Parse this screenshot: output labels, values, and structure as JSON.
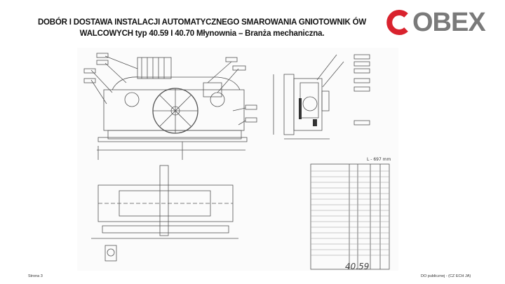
{
  "slide": {
    "title_line1": "DOBÓR I DOSTAWA INSTALACJI AUTOMATYCZNEGO SMAROWANIA GNIOTOWNIK ÓW",
    "title_line2": "WALCOWYCH typ 40.59 I 40.70 Młynownia – Branża mechaniczna.",
    "logo_text": "OBEX",
    "page_label": "Strona 3",
    "classification": "DO publicznej - (CZ ECH JA)"
  },
  "drawing": {
    "stamp_text": "40.59",
    "scale_label": "L - 697 mm"
  },
  "colors": {
    "logo_red": "#d9232e",
    "logo_gray": "#7a7a7a"
  }
}
